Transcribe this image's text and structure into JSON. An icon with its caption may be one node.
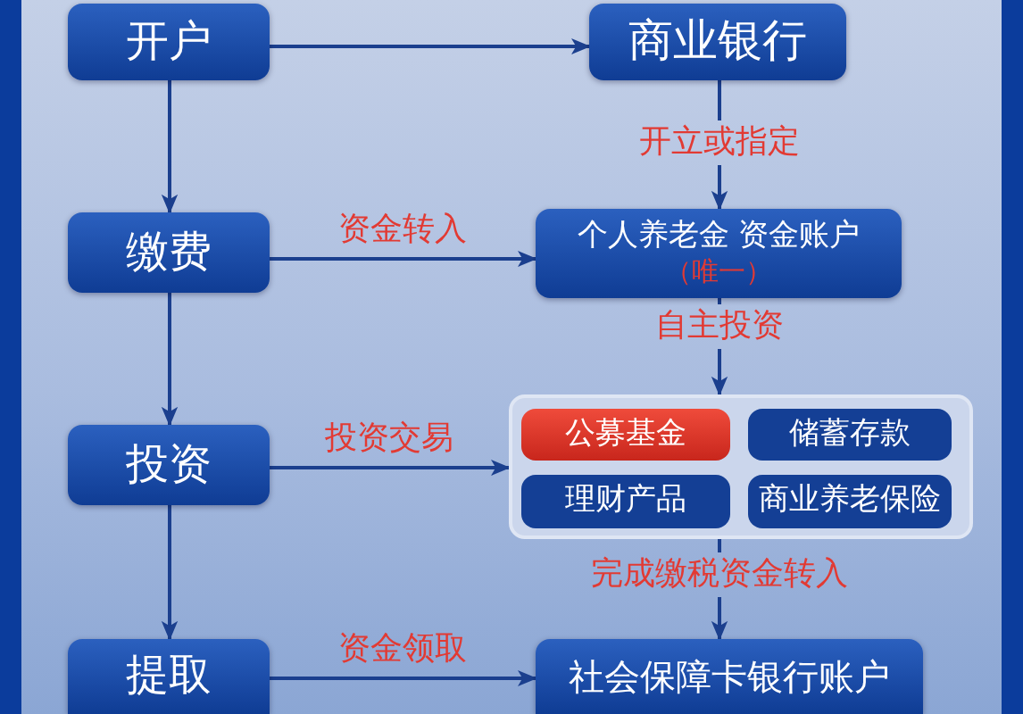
{
  "diagram": {
    "nodes": [
      {
        "text": [
          "开户"
        ]
      },
      {
        "text": [
          "商业银行"
        ]
      },
      {
        "text": [
          "缴费"
        ]
      },
      {
        "text": [
          "个人养老金 资金账户",
          "（唯一）"
        ]
      },
      {
        "text": [
          "投资"
        ]
      },
      {
        "text": [],
        "shape": "box"
      },
      {
        "text": [
          "公募基金"
        ],
        "in": 5
      },
      {
        "text": [
          "储蓄存款"
        ],
        "in": 5
      },
      {
        "text": [
          "理财产品"
        ],
        "in": 5
      },
      {
        "text": [
          "商业养老保险"
        ],
        "in": 5
      },
      {
        "text": [
          "提取"
        ]
      },
      {
        "text": [
          "社会保障卡银行账户"
        ]
      }
    ],
    "edges": [
      {
        "from": 0,
        "to": 1,
        "arrow": "to"
      },
      {
        "from": 0,
        "to": 2,
        "arrow": "to"
      },
      {
        "from": 1,
        "to": 3,
        "arrow": "to",
        "label": "开立或指定"
      },
      {
        "from": 2,
        "to": 3,
        "arrow": "to",
        "label": "资金转入"
      },
      {
        "from": 2,
        "to": 4,
        "arrow": "to"
      },
      {
        "from": 3,
        "to": 5,
        "arrow": "to",
        "label": "自主投资"
      },
      {
        "from": 4,
        "to": 5,
        "arrow": "to",
        "label": "投资交易"
      },
      {
        "from": 4,
        "to": 10,
        "arrow": "to"
      },
      {
        "from": 5,
        "to": 11,
        "arrow": "to",
        "label": "完成缴税资金转入"
      },
      {
        "from": 10,
        "to": 11,
        "arrow": "to",
        "label": "资金领取"
      }
    ]
  }
}
